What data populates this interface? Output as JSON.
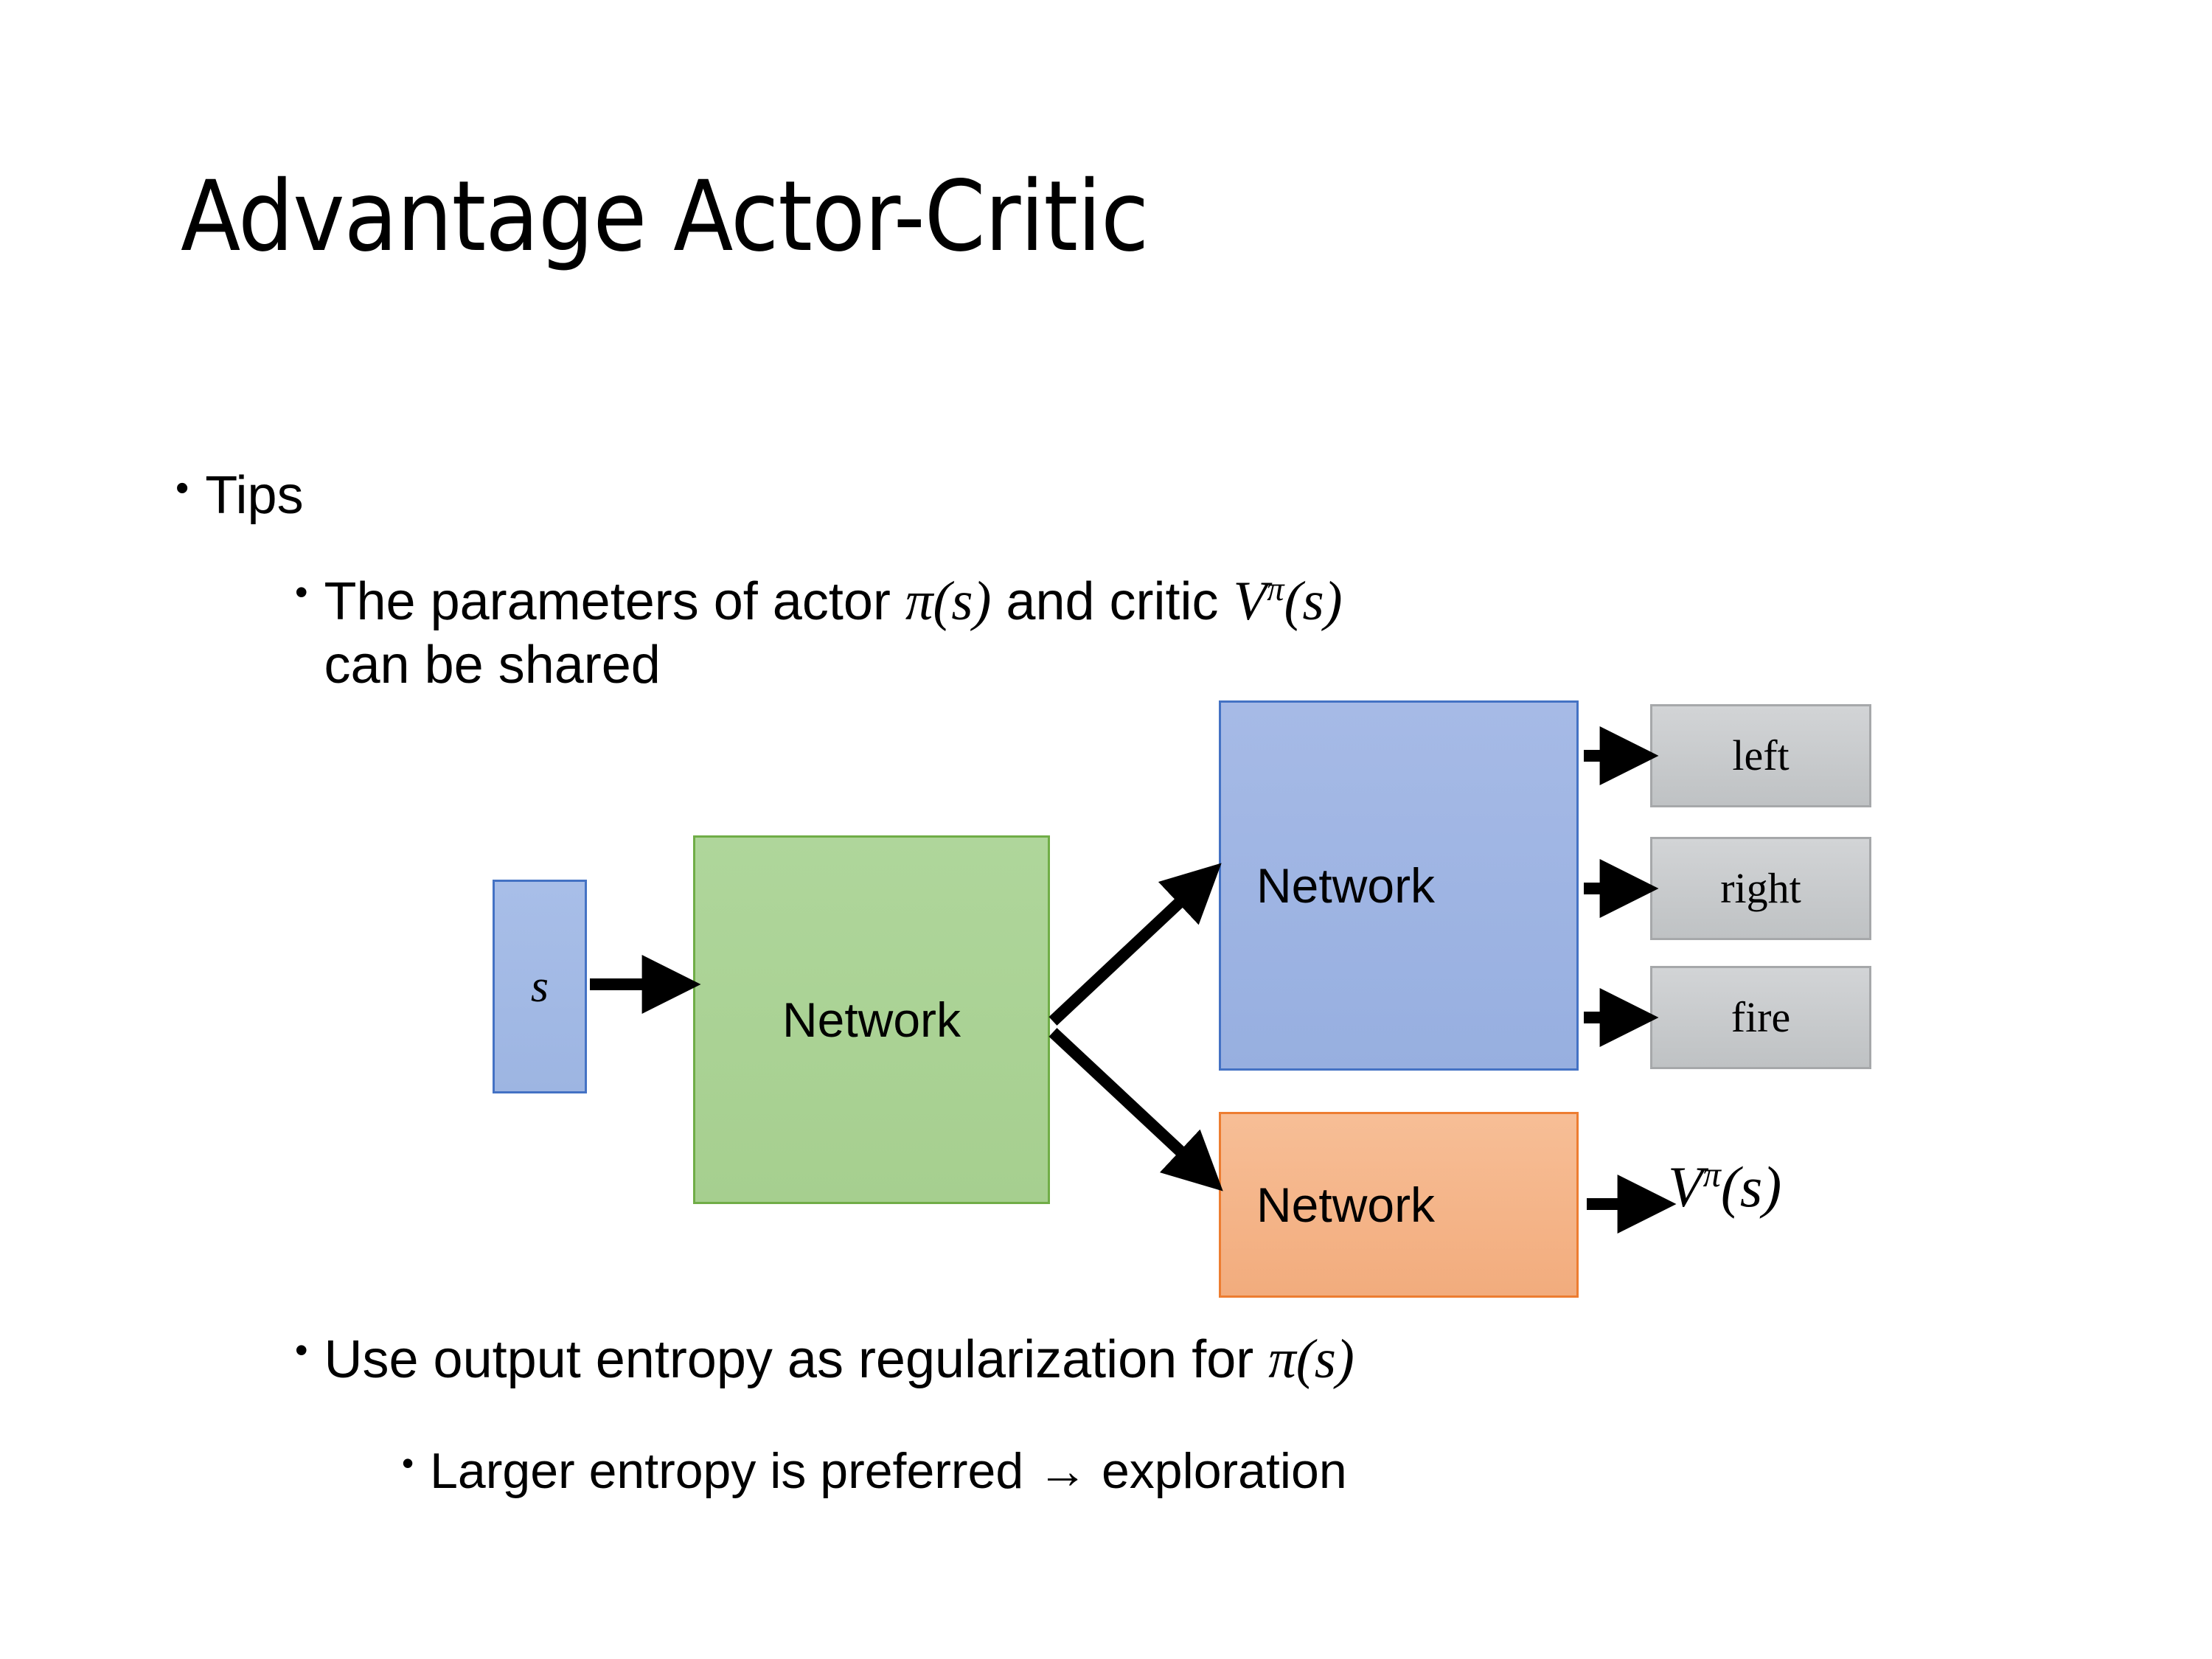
{
  "slide": {
    "title": "Advantage Actor-Critic",
    "bullets": [
      {
        "id": "tips",
        "level": 1,
        "marker": "•",
        "text": "Tips"
      },
      {
        "id": "shared-params",
        "level": 2,
        "marker": "•",
        "text_parts": [
          "The parameters of actor ",
          "π(s)",
          "  and critic ",
          "Vπ(s)",
          " can be shared"
        ],
        "text": "The parameters of actor π(s)  and critic Vπ(s) can be shared",
        "prefix": "The parameters of actor ",
        "middle": "  and critic ",
        "suffix": "can be shared"
      },
      {
        "id": "entropy-regularization",
        "level": 2,
        "marker": "•",
        "text": "Use output entropy as regularization for π(s)",
        "prefix": "Use output entropy as regularization for "
      },
      {
        "id": "larger-entropy",
        "level": 3,
        "marker": "•",
        "text": "Larger entropy is preferred → exploration"
      }
    ],
    "math": {
      "pi_s": "π",
      "paren_open": "(",
      "paren_close": ")",
      "s": "s",
      "V": "V",
      "pi_sup": "π",
      "v_pi_s": "Vπ(s)"
    }
  },
  "diagram": {
    "name": "shared-actor-critic-network-diagram",
    "nodes": [
      {
        "id": "state-input",
        "label": "s",
        "shape": "rectangle",
        "fill": "#9DB5E2",
        "stroke": "#4472C4",
        "style": "italic-serif"
      },
      {
        "id": "shared-network",
        "label": "Network",
        "shape": "rectangle",
        "fill": "#A9D18E",
        "stroke": "#70AD47"
      },
      {
        "id": "actor-network",
        "label": "Network",
        "shape": "rectangle",
        "fill": "#9DB2E0",
        "stroke": "#4472C4"
      },
      {
        "id": "critic-network",
        "label": "Network",
        "shape": "rectangle",
        "fill": "#F4B183",
        "stroke": "#ED7D31"
      },
      {
        "id": "action-left",
        "label": "left",
        "shape": "rectangle",
        "fill": "#C6C8CA",
        "stroke": "#A6A8AA"
      },
      {
        "id": "action-right",
        "label": "right",
        "shape": "rectangle",
        "fill": "#C6C8CA",
        "stroke": "#A6A8AA"
      },
      {
        "id": "action-fire",
        "label": "fire",
        "shape": "rectangle",
        "fill": "#C6C8CA",
        "stroke": "#A6A8AA"
      },
      {
        "id": "value-output",
        "label": "Vπ(s)",
        "shape": "text",
        "style": "italic-serif"
      }
    ],
    "edges": [
      {
        "from": "state-input",
        "to": "shared-network"
      },
      {
        "from": "shared-network",
        "to": "actor-network"
      },
      {
        "from": "shared-network",
        "to": "critic-network"
      },
      {
        "from": "actor-network",
        "to": "action-left"
      },
      {
        "from": "actor-network",
        "to": "action-right"
      },
      {
        "from": "actor-network",
        "to": "action-fire"
      },
      {
        "from": "critic-network",
        "to": "value-output"
      }
    ],
    "arrow_color": "#000000"
  }
}
